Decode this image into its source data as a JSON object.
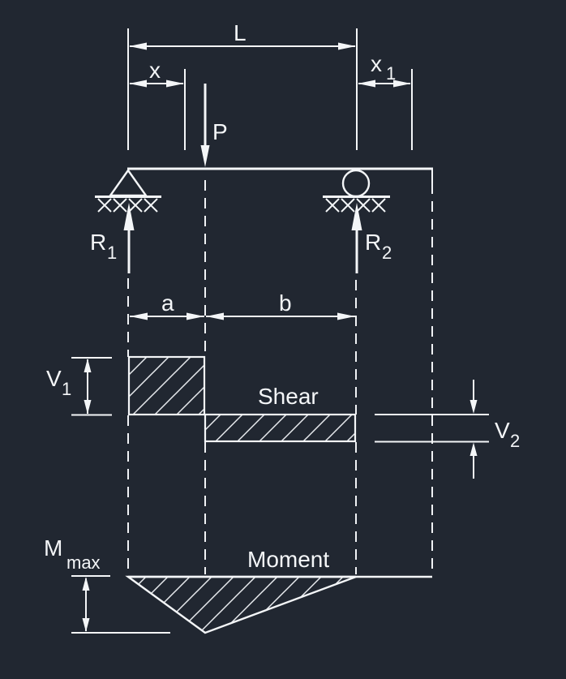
{
  "colors": {
    "background": "#212731",
    "line": "#f4f6f8"
  },
  "beam_diagram": {
    "dimensions": {
      "span": {
        "base": "L"
      },
      "load_x": {
        "base": "x"
      },
      "right_x": {
        "base": "x",
        "sub": "1"
      },
      "a": {
        "base": "a"
      },
      "b": {
        "base": "b"
      }
    },
    "load": {
      "base": "P"
    },
    "reactions": {
      "left": {
        "base": "R",
        "sub": "1"
      },
      "right": {
        "base": "R",
        "sub": "2"
      }
    },
    "shear": {
      "title": "Shear",
      "v1": {
        "base": "V",
        "sub": "1"
      },
      "v2": {
        "base": "V",
        "sub": "2"
      }
    },
    "moment": {
      "title": "Moment",
      "max": {
        "base": "M",
        "sub": "max"
      }
    }
  }
}
